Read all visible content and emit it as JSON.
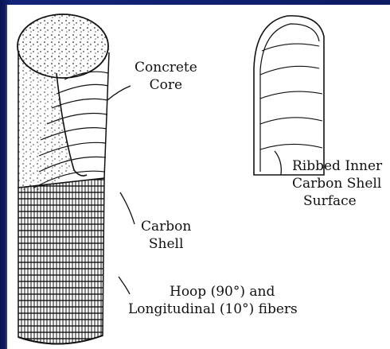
{
  "labels": {
    "concrete_core": [
      "Concrete",
      "Core"
    ],
    "ribbed_surface": [
      "Ribbed Inner",
      "Carbon Shell",
      "Surface"
    ],
    "carbon_shell": [
      "Carbon",
      "Shell"
    ],
    "fibers": [
      "Hoop (90°) and",
      "Longitudinal (10°) fibers"
    ]
  },
  "colors": {
    "background": "#0b1a5e",
    "panel": "#ffffff",
    "ink": "#111111"
  }
}
